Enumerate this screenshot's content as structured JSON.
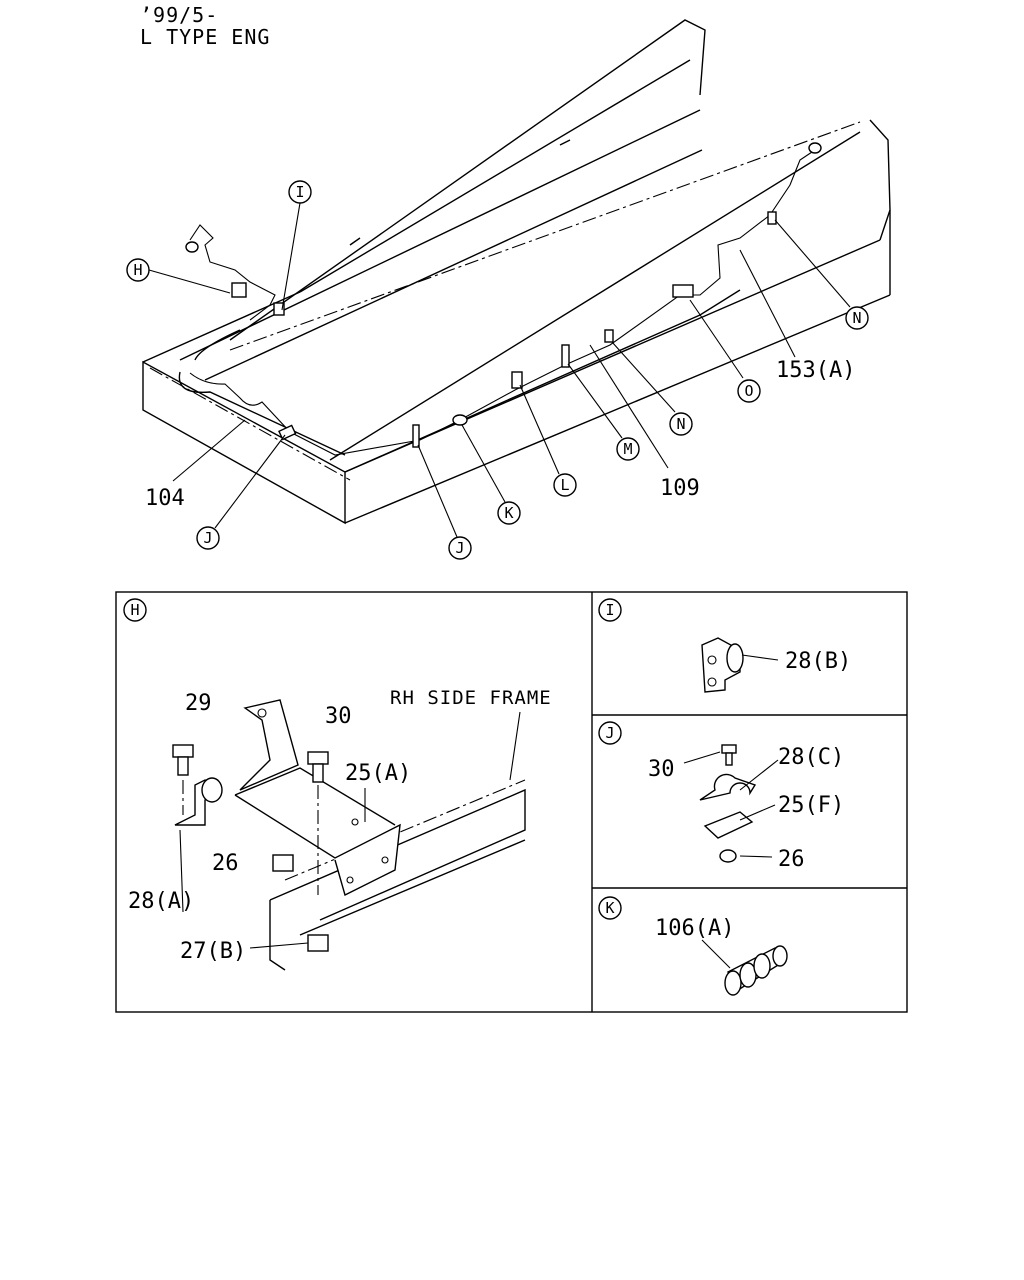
{
  "header": {
    "line1": "’99/5-",
    "line2": "L TYPE ENG"
  },
  "main_view": {
    "callouts": {
      "H": "H",
      "I": "I",
      "J1": "J",
      "J2": "J",
      "K": "K",
      "L": "L",
      "M": "M",
      "N1": "N",
      "N2": "N",
      "O": "O"
    },
    "part_labels": {
      "p104": "104",
      "p109": "109",
      "p153a": "153(A)"
    }
  },
  "details": {
    "H": {
      "tag": "H",
      "frame_label": "RH SIDE FRAME",
      "labels": {
        "p29": "29",
        "p30": "30",
        "p25a": "25(A)",
        "p26": "26",
        "p28a": "28(A)",
        "p27b": "27(B)"
      }
    },
    "I": {
      "tag": "I",
      "labels": {
        "p28b": "28(B)"
      }
    },
    "J": {
      "tag": "J",
      "labels": {
        "p30": "30",
        "p28c": "28(C)",
        "p25f": "25(F)",
        "p26": "26"
      }
    },
    "K": {
      "tag": "K",
      "labels": {
        "p106a": "106(A)"
      }
    }
  }
}
